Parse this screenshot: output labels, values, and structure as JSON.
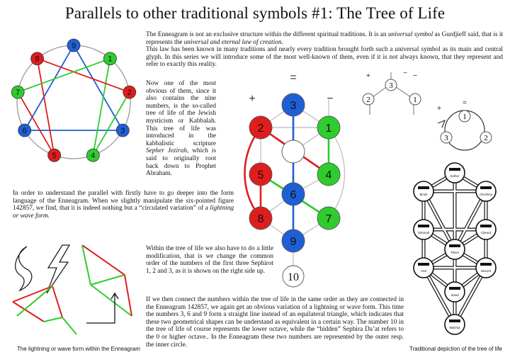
{
  "title": "Parallels to other traditional symbols #1: The Tree of Life",
  "intro": {
    "p1_a": "The Enneagram is not an exclusive structure within the different spiritual traditions. It is an ",
    "p1_em1": "universal symbol",
    "p1_b": " as Gurdjieff said, that is it represents the ",
    "p1_em2": "universal and eternal law of creation.",
    "p2": "This law has been known in many traditions and nearly every tradition brought forth such a universal symbol as its main and central glyph. In this series we will introduce some of the most well-known of them, even if it is not always known, that they represent and refer to exactly this reality."
  },
  "tree_text": {
    "a": "Now one of the most obvious of them, since it also contains the nine numbers, is the so-called tree of life of the Jewish mysticism or Kabbalah. This tree of life was introduced in the kabbalistic scripture ",
    "em": "Sepher Jezirah",
    "b": ", which is said to originally root back down to Prophet Abraham."
  },
  "left_text": {
    "a": "In order to understand the parallel with firstly have to go deeper into the form language of the Enneagram. When we slightly manipulate the six-pointed figure 142857, we find, that it is indeed nothing but a “circulated variation” of a ",
    "em": "lightning or wave form."
  },
  "mod_text": "Within the tree of life we also have to do a little modification, that is we change the common order of the numbers of the first three Sephirot 1, 2 and 3, as it is shown on the right side up.",
  "bottom_text": "If we then connect the numbers within the tree of life in the same order as they are connected in the Enneagram 142857, we again get an obvious variation of a lightning or wave form. This time the numbers 3, 6 and 9 form a straight line instead of an equilateral triangle, which indicates that these two geometrical shapes can be understand as equivalent in a certain way. The number 10 in the tree of life of course represents the lower octave, while the “hidden” Sephira Da’at refers to the 0 or higher octave.. In the Enneagram these two numbers are represented by the outer resp. the inner circle.",
  "captions": {
    "lightning": "The lightning or wave form within the Enneagram",
    "traditional": "Traditional depiction of the tree of life"
  },
  "enneagram": {
    "points": [
      {
        "n": "9",
        "color": "#1f5fd6"
      },
      {
        "n": "1",
        "color": "#2ecc2e"
      },
      {
        "n": "2",
        "color": "#e01d1d"
      },
      {
        "n": "3",
        "color": "#1f5fd6"
      },
      {
        "n": "4",
        "color": "#2ecc2e"
      },
      {
        "n": "5",
        "color": "#e01d1d"
      },
      {
        "n": "6",
        "color": "#1f5fd6"
      },
      {
        "n": "7",
        "color": "#2ecc2e"
      },
      {
        "n": "8",
        "color": "#e01d1d"
      }
    ]
  },
  "tree": {
    "nodes": [
      {
        "n": "3",
        "color": "#1f5fd6"
      },
      {
        "n": "2",
        "color": "#e01d1d"
      },
      {
        "n": "1",
        "color": "#2ecc2e"
      },
      {
        "n": "",
        "color": "#ffffff"
      },
      {
        "n": "5",
        "color": "#e01d1d"
      },
      {
        "n": "4",
        "color": "#2ecc2e"
      },
      {
        "n": "6",
        "color": "#1f5fd6"
      },
      {
        "n": "8",
        "color": "#e01d1d"
      },
      {
        "n": "7",
        "color": "#2ecc2e"
      },
      {
        "n": "9",
        "color": "#1f5fd6"
      },
      {
        "n": "10",
        "color": "#ffffff"
      }
    ],
    "signs": {
      "eq": "=",
      "plus": "+",
      "minus": "−"
    }
  },
  "small_diagrams": {
    "top": {
      "n3": "3",
      "n2": "2",
      "n1": "1",
      "plus": "+",
      "minus": "−",
      "eq": "="
    },
    "circle": {
      "n1": "1",
      "n3": "3",
      "n2": "2",
      "plus": "+",
      "eq": "="
    }
  },
  "traditional_tree": {
    "labels": [
      "Kether",
      "Binah",
      "Chochma",
      "Geburah",
      "Chesed",
      "Tiferet",
      "Hod",
      "Nezach",
      "Jesod",
      "Malchut"
    ]
  }
}
